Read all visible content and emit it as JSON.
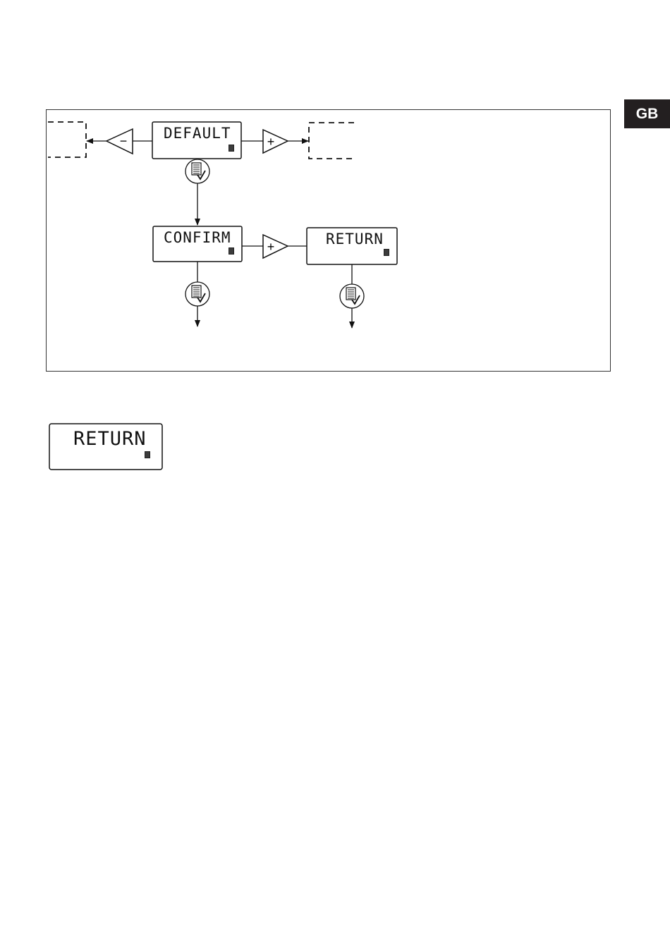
{
  "language_tab": "GB",
  "diagram": {
    "default_display": "DEFAULT",
    "confirm_display": "CONFIRM",
    "return_display": "RETURN",
    "minus_label": "−",
    "plus_label": "+",
    "menu_confirm_icon": "menu-confirm-icon"
  },
  "standalone_display": "RETURN"
}
